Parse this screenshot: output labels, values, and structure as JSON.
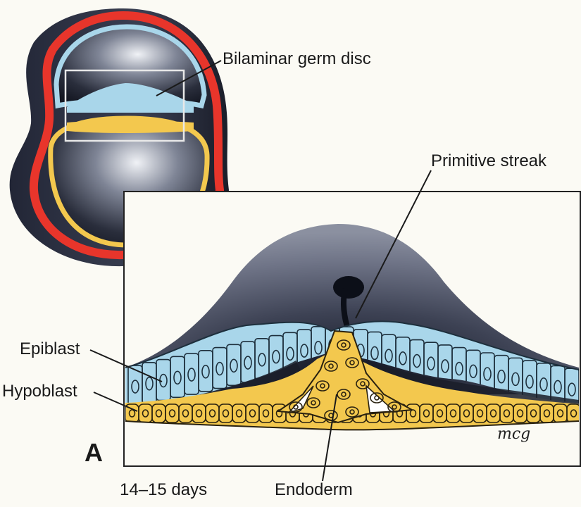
{
  "labels": {
    "bilaminar_germ_disc": "Bilaminar germ disc",
    "primitive_streak": "Primitive streak",
    "epiblast": "Epiblast",
    "hypoblast": "Hypoblast",
    "endoderm": "Endoderm",
    "panel": "A",
    "age": "14–15 days",
    "signature": "mcg"
  },
  "colors": {
    "epiblast": "#a9d6ea",
    "hypoblast": "#f3c84e",
    "trophoblast": "#e8352b",
    "cavity": "#1e2230",
    "background": "#fbfaf4"
  }
}
